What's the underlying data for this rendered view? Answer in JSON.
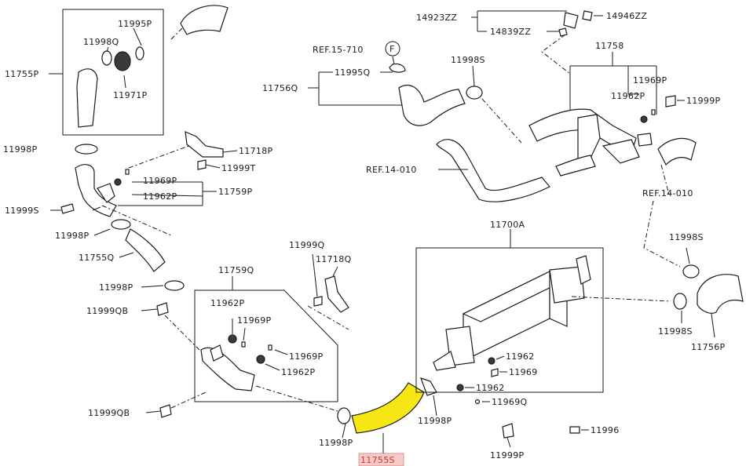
{
  "labels": {
    "l11995P": "11995P",
    "l11998Q": "11998Q",
    "l11755P": "11755P",
    "l11971P": "11971P",
    "l11998P_a": "11998P",
    "l11718P": "11718P",
    "l11999T": "11999T",
    "l11969P_a": "11969P",
    "l11962P_a": "11962P",
    "l11759P": "11759P",
    "l11999S": "11999S",
    "l11998P_b": "11998P",
    "l11755Q": "11755Q",
    "l11998P_c": "11998P",
    "l11999QB_a": "11999QB",
    "l11759Q": "11759Q",
    "l11999Q": "11999Q",
    "l11718Q": "11718Q",
    "l11962P_b": "11962P",
    "l11969P_b": "11969P",
    "l11969P_c": "11969P",
    "l11962P_c": "11962P",
    "l11999QB_b": "11999QB",
    "l11998P_d": "11998P",
    "l11998P_e": "11998P",
    "l11755S": "11755S",
    "l14923ZZ": "14923ZZ",
    "l14946ZZ": "14946ZZ",
    "l14839ZZ": "14839ZZ",
    "lRef15710": "REF.15-710",
    "lF": "F",
    "l11758": "11758",
    "l11998S_a": "11998S",
    "l11756Q": "11756Q",
    "l11995Q": "11995Q",
    "l11969P_d": "11969P",
    "l11962P_d": "11962P",
    "l11999P_a": "11999P",
    "lRef14010_a": "REF.14-010",
    "lRef14010_b": "REF.14-010",
    "l11700A": "11700A",
    "l11998S_b": "11998S",
    "l11998S_c": "11998S",
    "l11756P": "11756P",
    "l11962_a": "11962",
    "l11969": "11969",
    "l11962_b": "11962",
    "l11969Q": "11969Q",
    "l11999P_b": "11999P",
    "l11996": "11996"
  }
}
